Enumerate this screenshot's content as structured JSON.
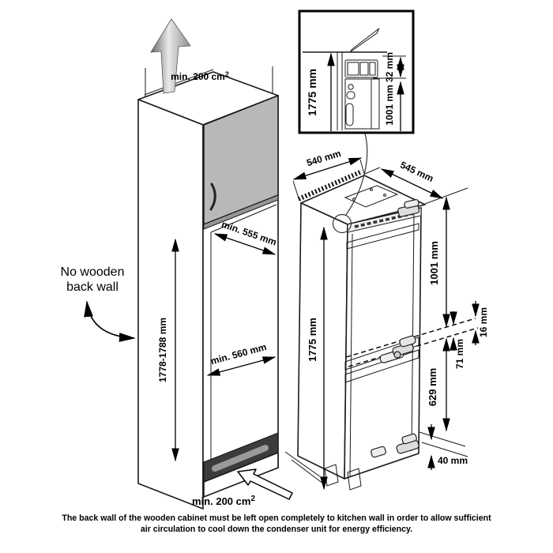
{
  "figure": {
    "title_semantics": "Built-in refrigerator installation dimensions diagram",
    "top_vent_label": {
      "text": "min. 200 cm",
      "sup": "2"
    },
    "bottom_vent_label": {
      "text": "min. 200 cm",
      "sup": "2"
    },
    "no_back_wall_line1": "No wooden",
    "no_back_wall_line2": "back wall",
    "cabinet_dims": {
      "niche_top_depth": "min. 555 mm",
      "niche_bottom_depth": "min. 560 mm",
      "niche_height": "1778-1788 mm"
    },
    "fridge_dims": {
      "width": "540 mm",
      "depth": "545 mm",
      "height": "1775 mm",
      "upper_door": "1001 mm",
      "door_gap": "16 mm",
      "overlap": "71 mm",
      "lower_door": "629 mm",
      "bottom_clearance": "40 mm"
    },
    "inset_dims": {
      "height": "1775 mm",
      "top_clearance": "32 mm",
      "upper_section": "1001 mm"
    },
    "caption_line1": "The back wall of the wooden cabinet must be left open completely to kitchen wall in order to allow sufficient",
    "caption_line2": "air circulation to cool down the condenser unit for energy efficiency."
  }
}
